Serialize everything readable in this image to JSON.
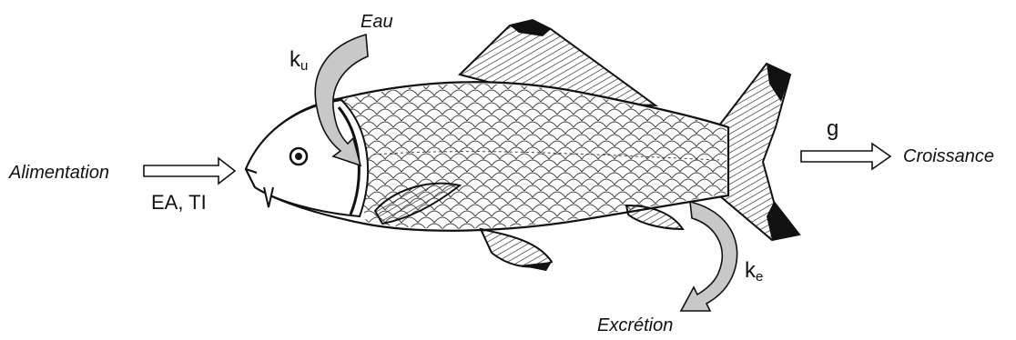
{
  "labels": {
    "water": "Eau",
    "feeding": "Alimentation",
    "growth": "Croissance",
    "excretion": "Excrétion",
    "feeding_params": "EA, TI",
    "uptake_k": "k",
    "uptake_sub": "u",
    "elim_k": "k",
    "elim_sub": "e",
    "growth_rate": "g"
  },
  "colors": {
    "arrow_fill": "#c8c8c8",
    "ink": "#111111",
    "fish_body": "#ffffff"
  },
  "icons": {
    "fish": "carp-illustration",
    "feeding": "outline-arrow-right",
    "growth": "outline-arrow-right",
    "uptake": "curved-arrow-down",
    "excretion": "curved-arrow-down-left"
  }
}
